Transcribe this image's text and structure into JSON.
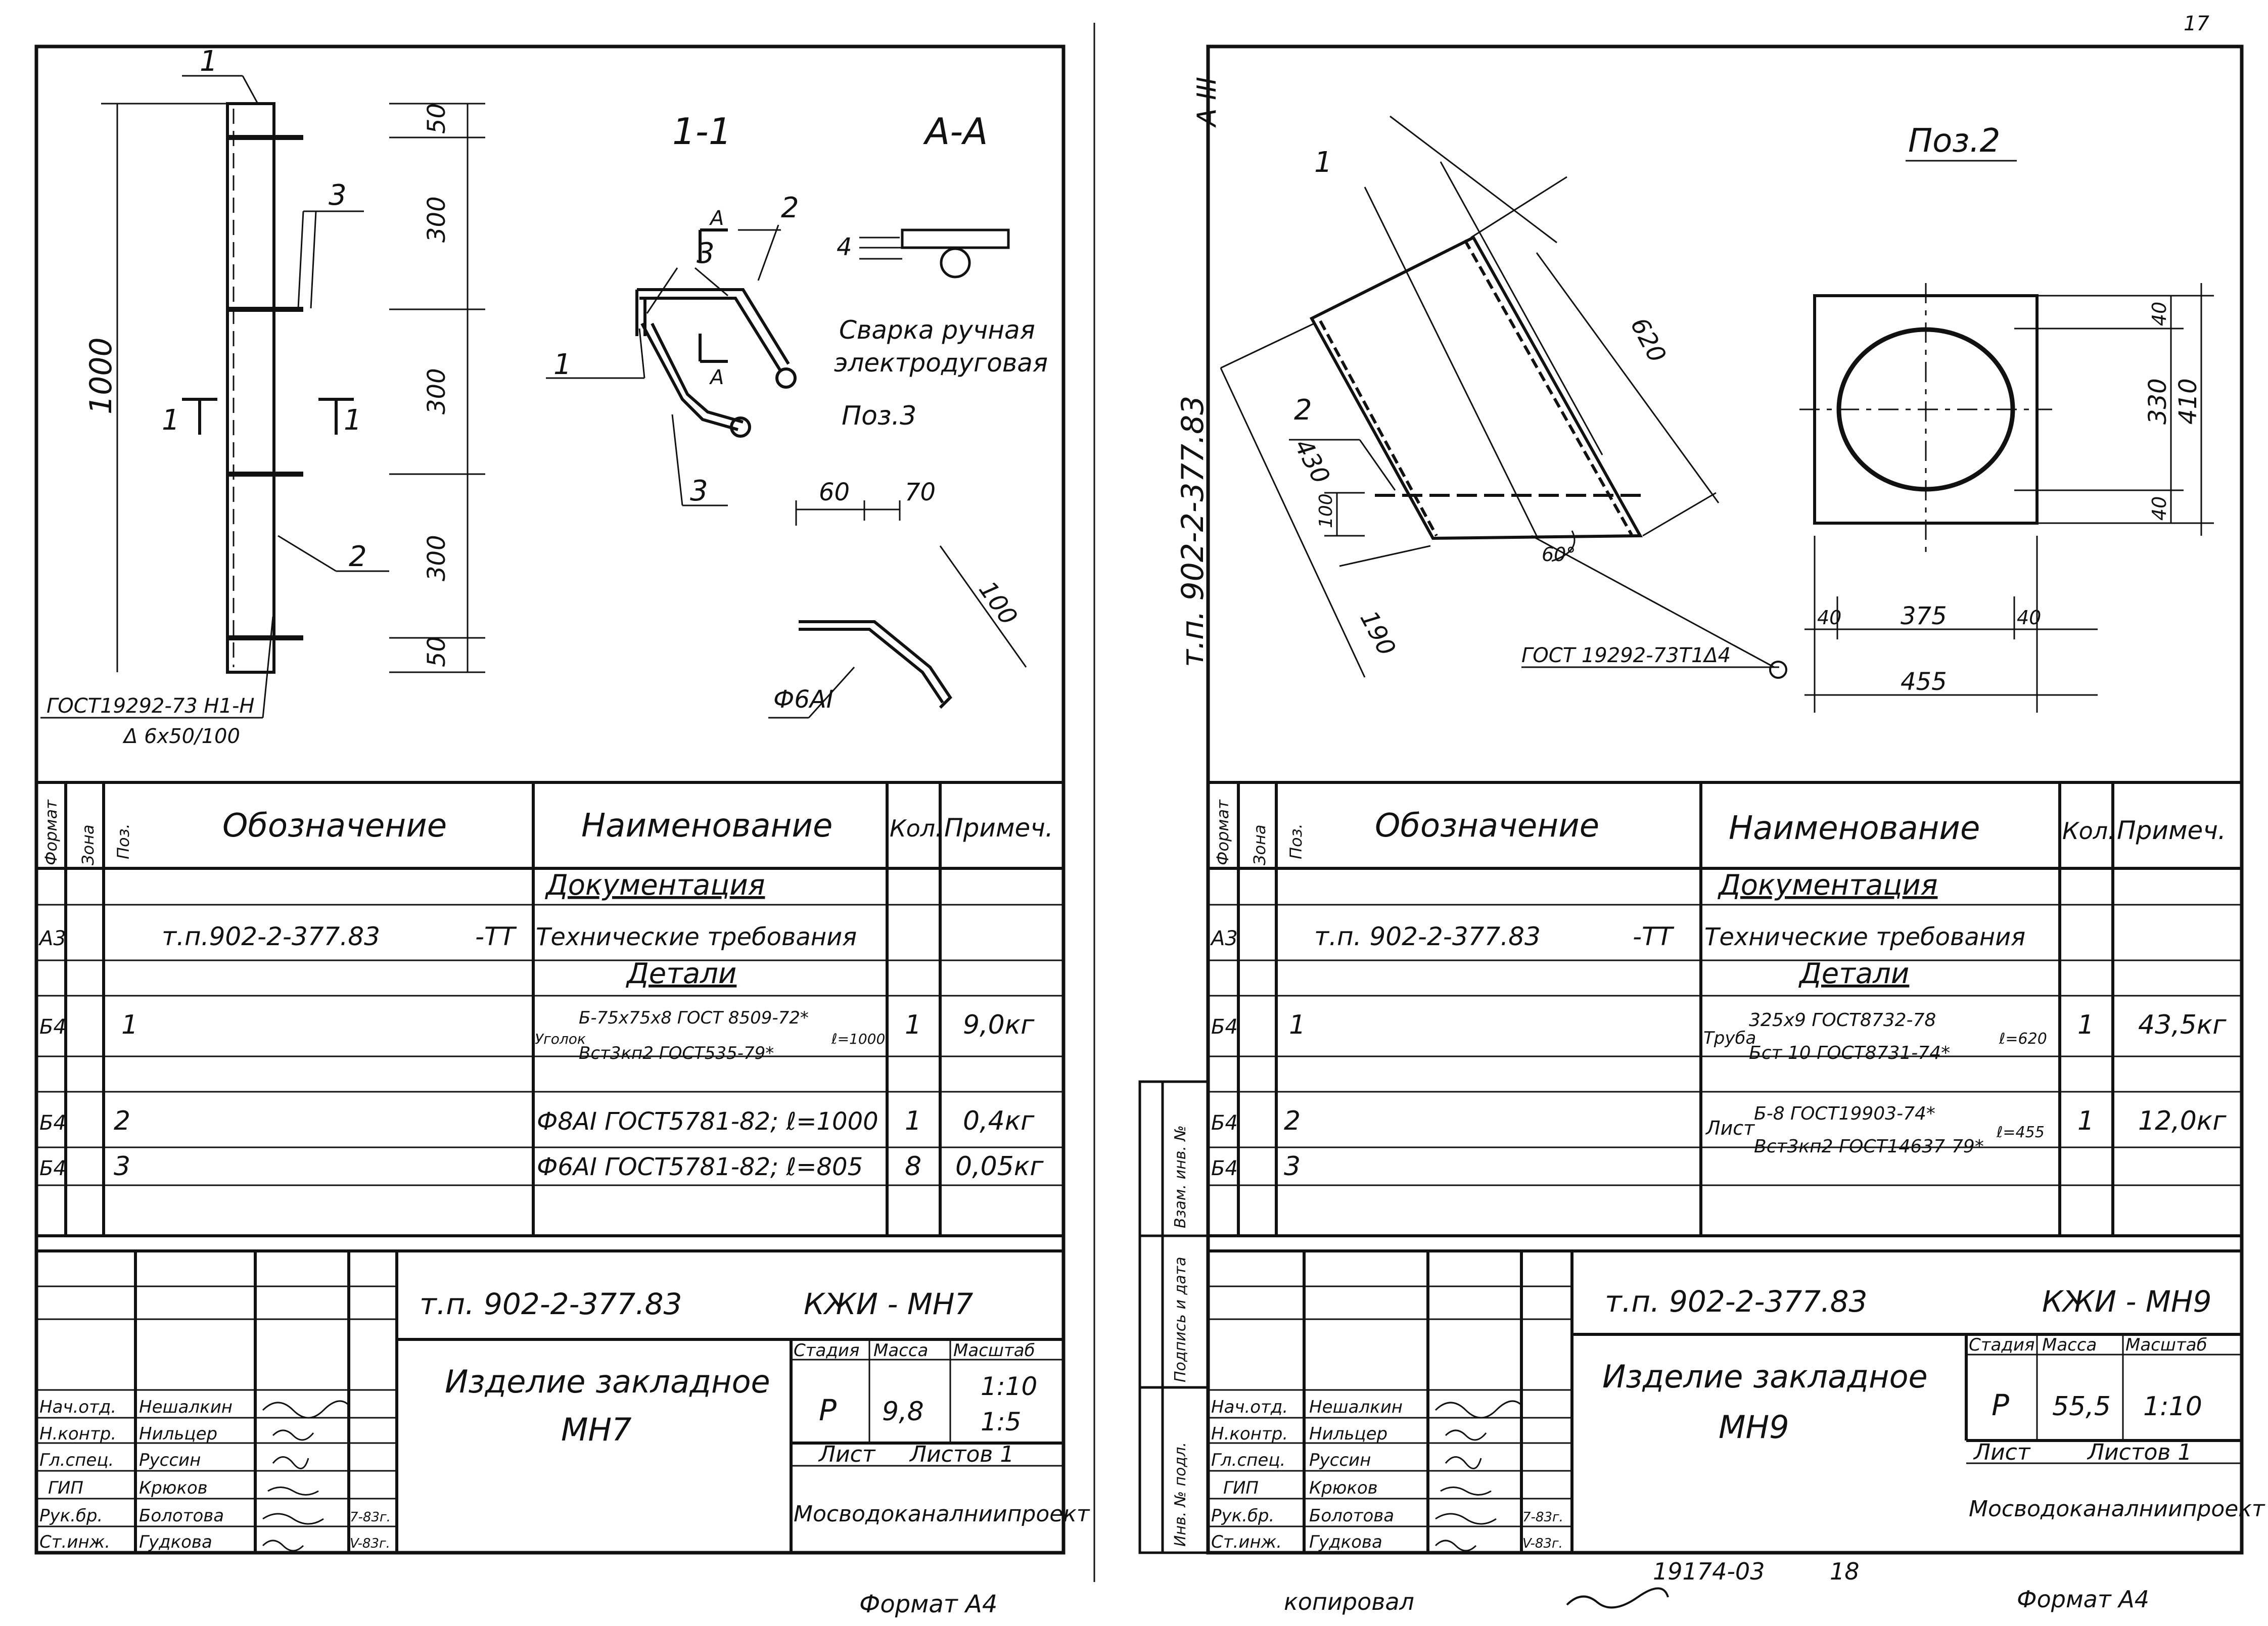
{
  "left": {
    "drawing": {
      "dim_top": "50",
      "dim_mid1": "300",
      "dim_mid2": "300",
      "dim_mid3": "300",
      "dim_bot": "50",
      "dim_total": "1000",
      "pos1": "1",
      "pos2": "2",
      "pos3": "3",
      "cut_marks": "1",
      "section_title": "1-1",
      "view_title": "A-A",
      "section_mark": "A",
      "weld_label_1": "Сварка ручная",
      "weld_label_2": "электродуговая",
      "poz_label": "Поз.3",
      "weld_size": "4",
      "dim_60": "60",
      "dim_70": "70",
      "dim_100": "100",
      "bar_label": "Ф6AI",
      "gost_1": "ГОСТ19292-73 Н1-Н",
      "gost_2": "Δ 6x50/100"
    },
    "spec": {
      "headers": {
        "format": "Формат",
        "zone": "Зона",
        "pos": "Поз.",
        "designation": "Обозначение",
        "name": "Наименование",
        "qty": "Кол.",
        "note": "Примеч."
      },
      "section_docs": "Документация",
      "section_parts": "Детали",
      "row_docs": {
        "format": "А3",
        "designation": "т.п.902-2-377.83",
        "suffix": "-ТТ",
        "name": "Технические требования"
      },
      "rows": [
        {
          "format": "Б4",
          "pos": "1",
          "name_prefix": "Уголок",
          "name_top": "Б-75x75x8 ГОСТ 8509-72*",
          "name_bottom": "Вст3кп2 ГОСТ535-79*",
          "name_len": "ℓ=1000",
          "qty": "1",
          "note": "9,0кг"
        },
        {
          "format": "Б4",
          "pos": "2",
          "name": "Ф8AI ГОСТ5781-82; ℓ=1000",
          "qty": "1",
          "note": "0,4кг"
        },
        {
          "format": "Б4",
          "pos": "3",
          "name": "Ф6AI ГОСТ5781-82; ℓ=805",
          "qty": "8",
          "note": "0,05кг"
        }
      ]
    },
    "title_block": {
      "code": "т.п. 902-2-377.83",
      "mark": "КЖИ - МН7",
      "title_1": "Изделие закладное",
      "title_2": "МН7",
      "stage_h": "Стадия",
      "mass_h": "Масса",
      "scale_h": "Масштаб",
      "stage": "Р",
      "mass": "9,8",
      "scale_1": "1:10",
      "scale_2": "1:5",
      "sheet": "Лист",
      "sheets": "Листов 1",
      "org": "Мосводоканалниипроект",
      "roles": [
        "Нач.отд.",
        "Н.контр.",
        "Гл.спец.",
        "ГИП",
        "Рук.бр.",
        "Ст.инж."
      ],
      "names": [
        "Нешалкин",
        "Нильцер",
        "Руссин",
        "Крюков",
        "Болотова",
        "Гудкова"
      ],
      "dates": [
        "",
        "",
        "",
        "",
        "7-83г.",
        "V-83г."
      ]
    },
    "footer": "Формат А4"
  },
  "right": {
    "top_mark": "А III",
    "corner_num": "17",
    "vertical_code": "т.п. 902-2-377.83",
    "drawing": {
      "poz_title": "Поз.2",
      "pos1": "1",
      "pos2": "2",
      "dim_620": "620",
      "dim_430": "430",
      "dim_100": "100",
      "dim_190": "190",
      "angle": "60°",
      "gost": "ГОСТ 19292-73Т1Δ4",
      "dim_40a": "40",
      "dim_330": "330",
      "dim_40b": "40",
      "dim_410": "410",
      "dim_40c": "40",
      "dim_375": "375",
      "dim_40d": "40",
      "dim_455": "455"
    },
    "side_labels": [
      "Взам. инв. №",
      "Подпись и дата",
      "Инв. № подл."
    ],
    "spec": {
      "row_docs": {
        "format": "А3",
        "designation": "т.п. 902-2-377.83",
        "suffix": "-ТТ",
        "name": "Технические требования"
      },
      "rows": [
        {
          "format": "Б4",
          "pos": "1",
          "name_prefix": "Труба",
          "name_top": "325x9 ГОСТ8732-78",
          "name_bottom": "Бст 10 ГОСТ8731-74*",
          "name_len": "ℓ=620",
          "qty": "1",
          "note": "43,5кг"
        },
        {
          "format": "Б4",
          "pos": "2",
          "name_prefix": "Лист",
          "name_top": "Б-8 ГОСТ19903-74*",
          "name_bottom": "Вст3кп2 ГОСТ14637-79*",
          "name_len": "ℓ=455",
          "qty": "1",
          "note": "12,0кг"
        },
        {
          "format": "Б4",
          "pos": "3"
        }
      ]
    },
    "title_block": {
      "code": "т.п. 902-2-377.83",
      "mark": "КЖИ - МН9",
      "title_1": "Изделие закладное",
      "title_2": "МН9",
      "stage": "Р",
      "mass": "55,5",
      "scale": "1:10",
      "sheet": "Лист",
      "sheets": "Листов 1",
      "org": "Мосводоканалниипроект",
      "roles": [
        "Нач.отд.",
        "Н.контр.",
        "Гл.спец.",
        "ГИП",
        "Рук.бр.",
        "Ст.инж."
      ],
      "names": [
        "Нешалкин",
        "Нильцер",
        "Руссин",
        "Крюков",
        "Болотова",
        "Гудкова"
      ],
      "dates": [
        "",
        "",
        "",
        "",
        "7-83г.",
        "V-83г."
      ]
    },
    "footer_copy": "копировал",
    "footer_num": "19174-03",
    "footer_sheet": "18",
    "footer": "Формат А4"
  }
}
